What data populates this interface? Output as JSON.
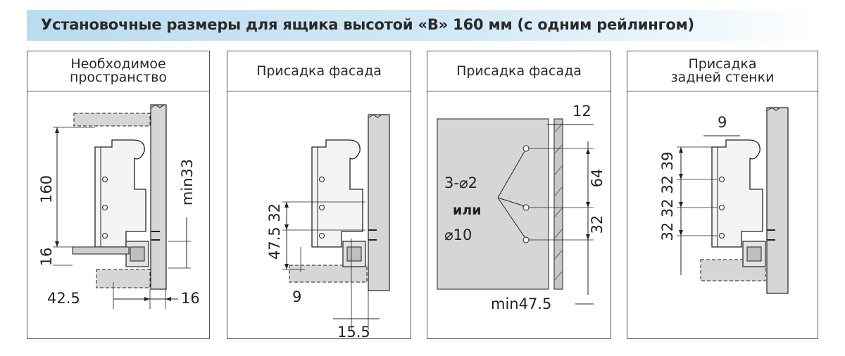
{
  "title": "Установочные размеры для ящика высотой «В» 160 мм (с одним рейлингом)",
  "panels": [
    {
      "header_lines": [
        "Необходимое",
        "пространство"
      ],
      "dimensions": {
        "height": "160",
        "min_side": "min33",
        "bottom": "16",
        "depth": "42.5",
        "gap": "16"
      }
    },
    {
      "header_lines": [
        "Присадка фасада"
      ],
      "dimensions": {
        "vertical_stack": "47.5 32",
        "bottom_offset": "9",
        "horizontal": "15.5"
      }
    },
    {
      "header_lines": [
        "Присадка фасада"
      ],
      "dimensions": {
        "top": "12",
        "hole_spec_1": "3-⌀2",
        "hole_spec_or": "или",
        "hole_spec_2": "⌀10",
        "spacing_1": "64",
        "spacing_2": "32",
        "min_offset": "min47.5"
      }
    },
    {
      "header_lines": [
        "Присадка",
        "задней стенки"
      ],
      "dimensions": {
        "top": "9",
        "vertical_stack": "32 32 32 39"
      }
    }
  ],
  "colors": {
    "banner": "#b9dcef",
    "wall": "#d6d6d6",
    "line": "#222222"
  }
}
